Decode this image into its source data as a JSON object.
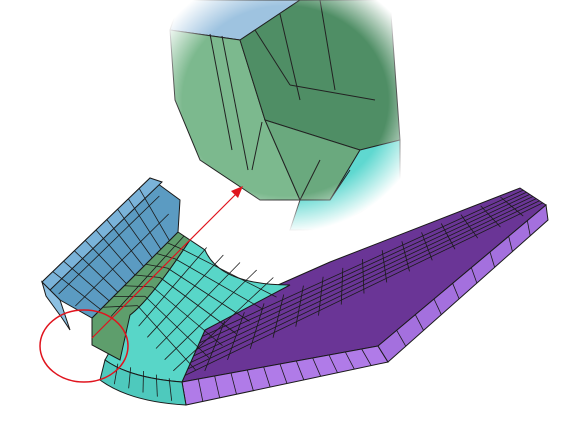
{
  "figure": {
    "subject": "mesh-model",
    "regions": {
      "upright_flange": "#5b9bc2",
      "fillet_radius": "#58d6c8",
      "inner_fillet": "#5e9e6c",
      "plate_top": "#6a3596",
      "plate_side": "#b07be8",
      "mesh_lines": "#1a1a1a"
    },
    "callout": {
      "marker": "circle",
      "marker_color": "#e0141e",
      "arrow_color": "#e0141e",
      "detail_view": "magnified-corner"
    }
  }
}
